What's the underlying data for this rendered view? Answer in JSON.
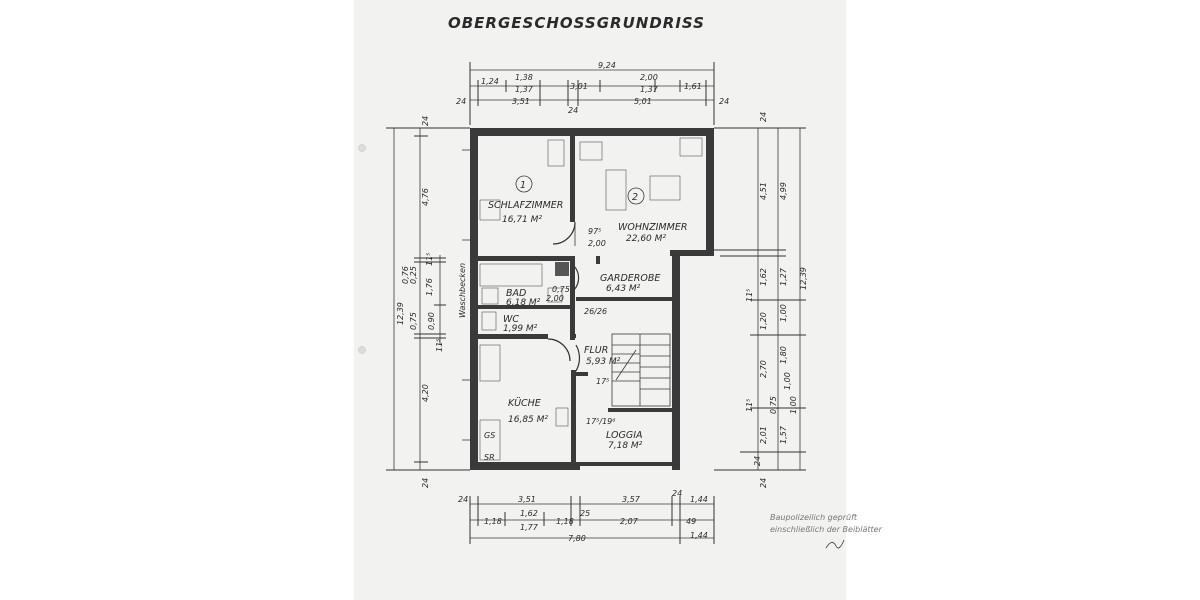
{
  "title": "OBERGESCHOSSGRUNDRISS",
  "rooms": {
    "r1_number": "1",
    "r1_name": "SCHLAFZIMMER",
    "r1_area": "16,71 M²",
    "r2_number": "2",
    "r2_name": "WOHNZIMMER",
    "r2_area": "22,60 M²",
    "bad_name": "BAD",
    "bad_area": "6,18 M²",
    "wc_name": "WC",
    "wc_area": "1,99 M²",
    "garderobe_name": "GARDEROBE",
    "garderobe_area": "6,43 M²",
    "flur_name": "FLUR",
    "flur_area": "5,93 M²",
    "kueche_name": "KÜCHE",
    "kueche_area": "16,85 M²",
    "loggia_name": "LOGGIA",
    "loggia_area": "7,18 M²"
  },
  "notes": {
    "wohn_door": "97⁵",
    "wohn_door_h": "2,00",
    "bad_door": "0,75",
    "bad_door_h": "2,00",
    "flur_door": "26/26",
    "kueche_door": "17⁵",
    "loggia_door": "17⁵/19⁶",
    "waschbecken": "Waschbecken",
    "kueche_fixtures": [
      "SR",
      "GS"
    ]
  },
  "dims_top": {
    "overall": "9,24",
    "row1": [
      "1,24",
      "1,38",
      "3,01",
      "2,00",
      "1,61"
    ],
    "row2": [
      "1,37",
      "1,37"
    ],
    "row3": [
      "24",
      "3,51",
      "24",
      "5,01",
      "24"
    ]
  },
  "dims_bottom": {
    "row1": [
      "24",
      "3,51",
      "3,57",
      "24",
      "1,44"
    ],
    "row2": [
      "1,18",
      "1,62",
      "1,18",
      "25",
      "2,07",
      "49"
    ],
    "row3": [
      "1,77",
      "7,80",
      "1,44"
    ]
  },
  "dims_left": [
    "24",
    "4,76",
    "11⁵",
    "12,39",
    "1,76",
    "11⁵",
    "0,75",
    "0,90",
    "4,20",
    "24",
    "0,76",
    "0,25"
  ],
  "dims_right": [
    "24",
    "4,51",
    "4,99",
    "11⁵",
    "1,62",
    "1,27",
    "12,39",
    "1,20",
    "1,00",
    "11⁵",
    "2,70",
    "1,80",
    "1,00",
    "1,57",
    "2,01",
    "24",
    "24",
    "0,75",
    "1,00"
  ],
  "stamp": [
    "Baupolizeilich geprüft",
    "einschließlich der Beiblätter"
  ]
}
